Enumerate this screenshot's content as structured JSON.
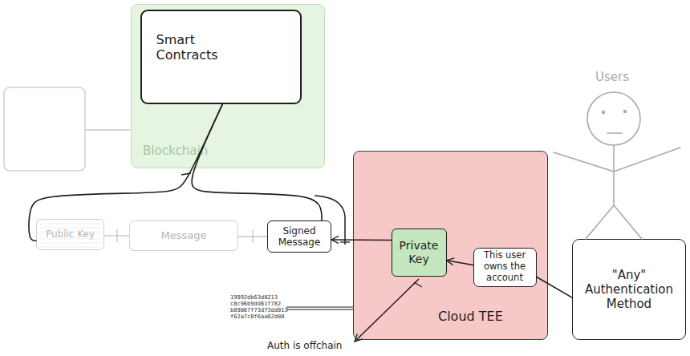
{
  "diagram": {
    "nodes": [
      {
        "text": [
          "Blockchain"
        ]
      },
      {
        "text": [
          "Smart Contracts"
        ],
        "in": 0
      },
      {
        "text": [
          "Public Key"
        ]
      },
      {
        "text": [
          "Message"
        ]
      },
      {
        "text": [
          "Signed Message"
        ]
      },
      {
        "text": [
          "Cloud TEE"
        ]
      },
      {
        "text": [
          "Private Key"
        ],
        "in": 5
      },
      {
        "text": [
          "This user owns the account"
        ],
        "in": 5
      },
      {
        "text": [
          "\"Any\" Authentication Method"
        ]
      }
    ],
    "edges": [
      {
        "from": 2,
        "to": 1,
        "arrow": "none"
      },
      {
        "from": 4,
        "to": 1,
        "arrow": "none"
      },
      {
        "from": 6,
        "to": 4,
        "arrow": "to"
      },
      {
        "from": 7,
        "to": 6,
        "arrow": "to"
      },
      {
        "from": 8,
        "to": 7,
        "arrow": "none"
      }
    ],
    "labels": [
      "Users",
      "19992db63d8213",
      "c8c96b9dd61f782",
      "b09867f73d73dd013",
      "f62a7c0f6aa02d80",
      "Auth is offchain"
    ]
  }
}
